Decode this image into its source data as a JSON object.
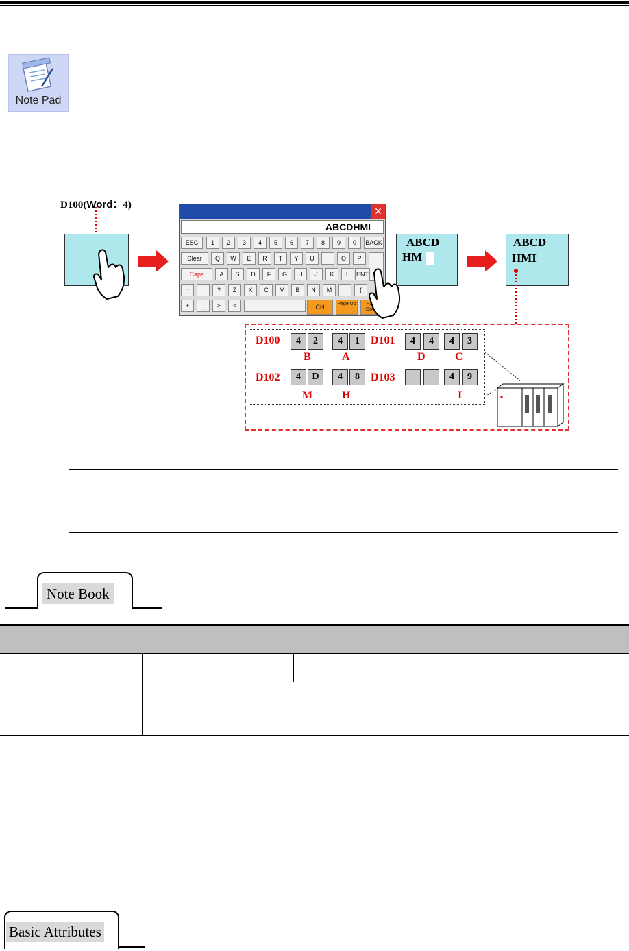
{
  "notepad_icon": {
    "label": "Note Pad",
    "icon": "notepad-icon"
  },
  "diagram": {
    "d100_label_prefix": "D100(",
    "d100_label_word": "Word：",
    "d100_label_suffix": "4)",
    "keyboard": {
      "input_value": "ABCDHMI",
      "close_icon": "close-icon",
      "rows": [
        [
          "ESC",
          "1",
          "2",
          "3",
          "4",
          "5",
          "6",
          "7",
          "8",
          "9",
          "0",
          "BACK"
        ],
        [
          "Clear",
          "Q",
          "W",
          "E",
          "R",
          "T",
          "Y",
          "U",
          "I",
          "O",
          "P"
        ],
        [
          "Caps",
          "A",
          "S",
          "D",
          "F",
          "G",
          "H",
          "J",
          "K",
          "L",
          "ENT"
        ],
        [
          "=",
          "|",
          "?",
          "Z",
          "X",
          "C",
          "V",
          "B",
          "N",
          "M",
          ":",
          "{"
        ],
        [
          "+",
          "_",
          ">",
          "<",
          "CH",
          "Page Up",
          "Page Down"
        ]
      ]
    },
    "pad_middle": {
      "line1": "ABCD",
      "line2": "HM"
    },
    "pad_right": {
      "line1": "ABCD",
      "line2": "HMI"
    },
    "registers": [
      {
        "name": "D100",
        "cells": [
          "4",
          "2",
          "4",
          "1"
        ],
        "letters": [
          "B",
          "A"
        ]
      },
      {
        "name": "D101",
        "cells": [
          "4",
          "4",
          "4",
          "3"
        ],
        "letters": [
          "D",
          "C"
        ]
      },
      {
        "name": "D102",
        "cells": [
          "4",
          "D",
          "4",
          "8"
        ],
        "letters": [
          "M",
          "H"
        ]
      },
      {
        "name": "D103",
        "cells": [
          "",
          "",
          "4",
          "9"
        ],
        "letters": [
          "I"
        ]
      }
    ],
    "colors": {
      "pad": "#aee8ec",
      "accent_red": "#e00000",
      "title_bar": "#1f4aa8",
      "orange_key": "#f39a1e"
    }
  },
  "tabs": {
    "note_book": "Note Book",
    "basic_attributes": "Basic Attributes"
  }
}
